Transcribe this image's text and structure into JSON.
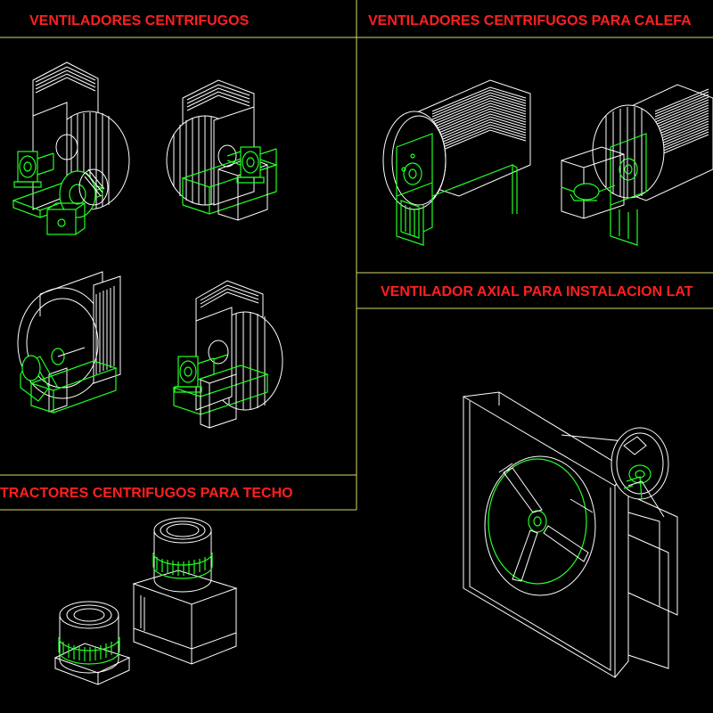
{
  "sections": {
    "top_left": {
      "title": "VENTILADORES CENTRIFUGOS"
    },
    "top_right": {
      "title": "VENTILADORES CENTRIFUGOS PARA CALEFA"
    },
    "mid_right": {
      "title": "VENTILADOR AXIAL PARA INSTALACION LAT"
    },
    "bottom_left": {
      "title": "TRACTORES CENTRIFUGOS PARA TECHO"
    }
  },
  "colors": {
    "background": "#000000",
    "title": "#ff2020",
    "outline": "#ffffff",
    "motor": "#22ff22",
    "separator": "#d8d86a"
  }
}
